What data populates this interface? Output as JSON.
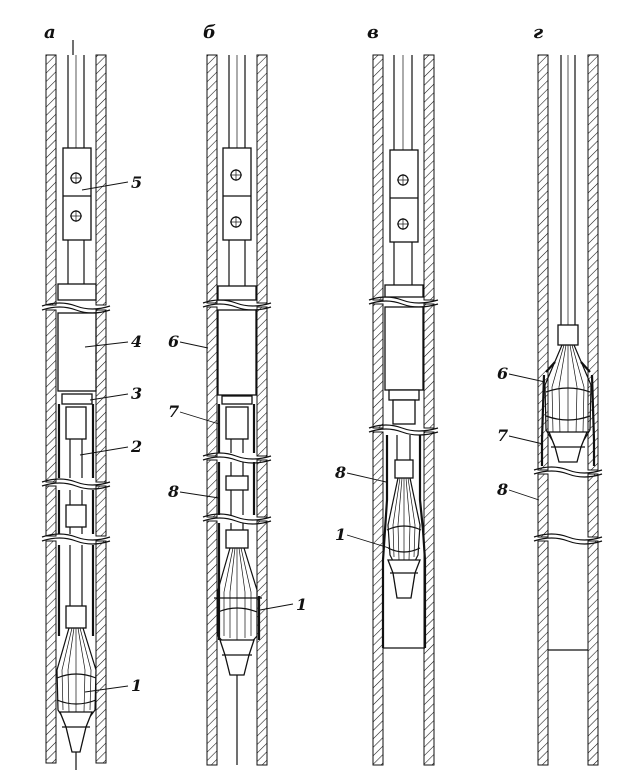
{
  "panels": [
    {
      "letter": "а"
    },
    {
      "letter": "б"
    },
    {
      "letter": "в"
    },
    {
      "letter": "г"
    }
  ],
  "callouts": {
    "a1": "1",
    "a2": "2",
    "a3": "3",
    "a4": "4",
    "a5": "5",
    "b1": "1",
    "b6": "6",
    "b7": "7",
    "b8": "8",
    "v1": "1",
    "v8": "8",
    "g6": "6",
    "g7": "7",
    "g8": "8"
  }
}
